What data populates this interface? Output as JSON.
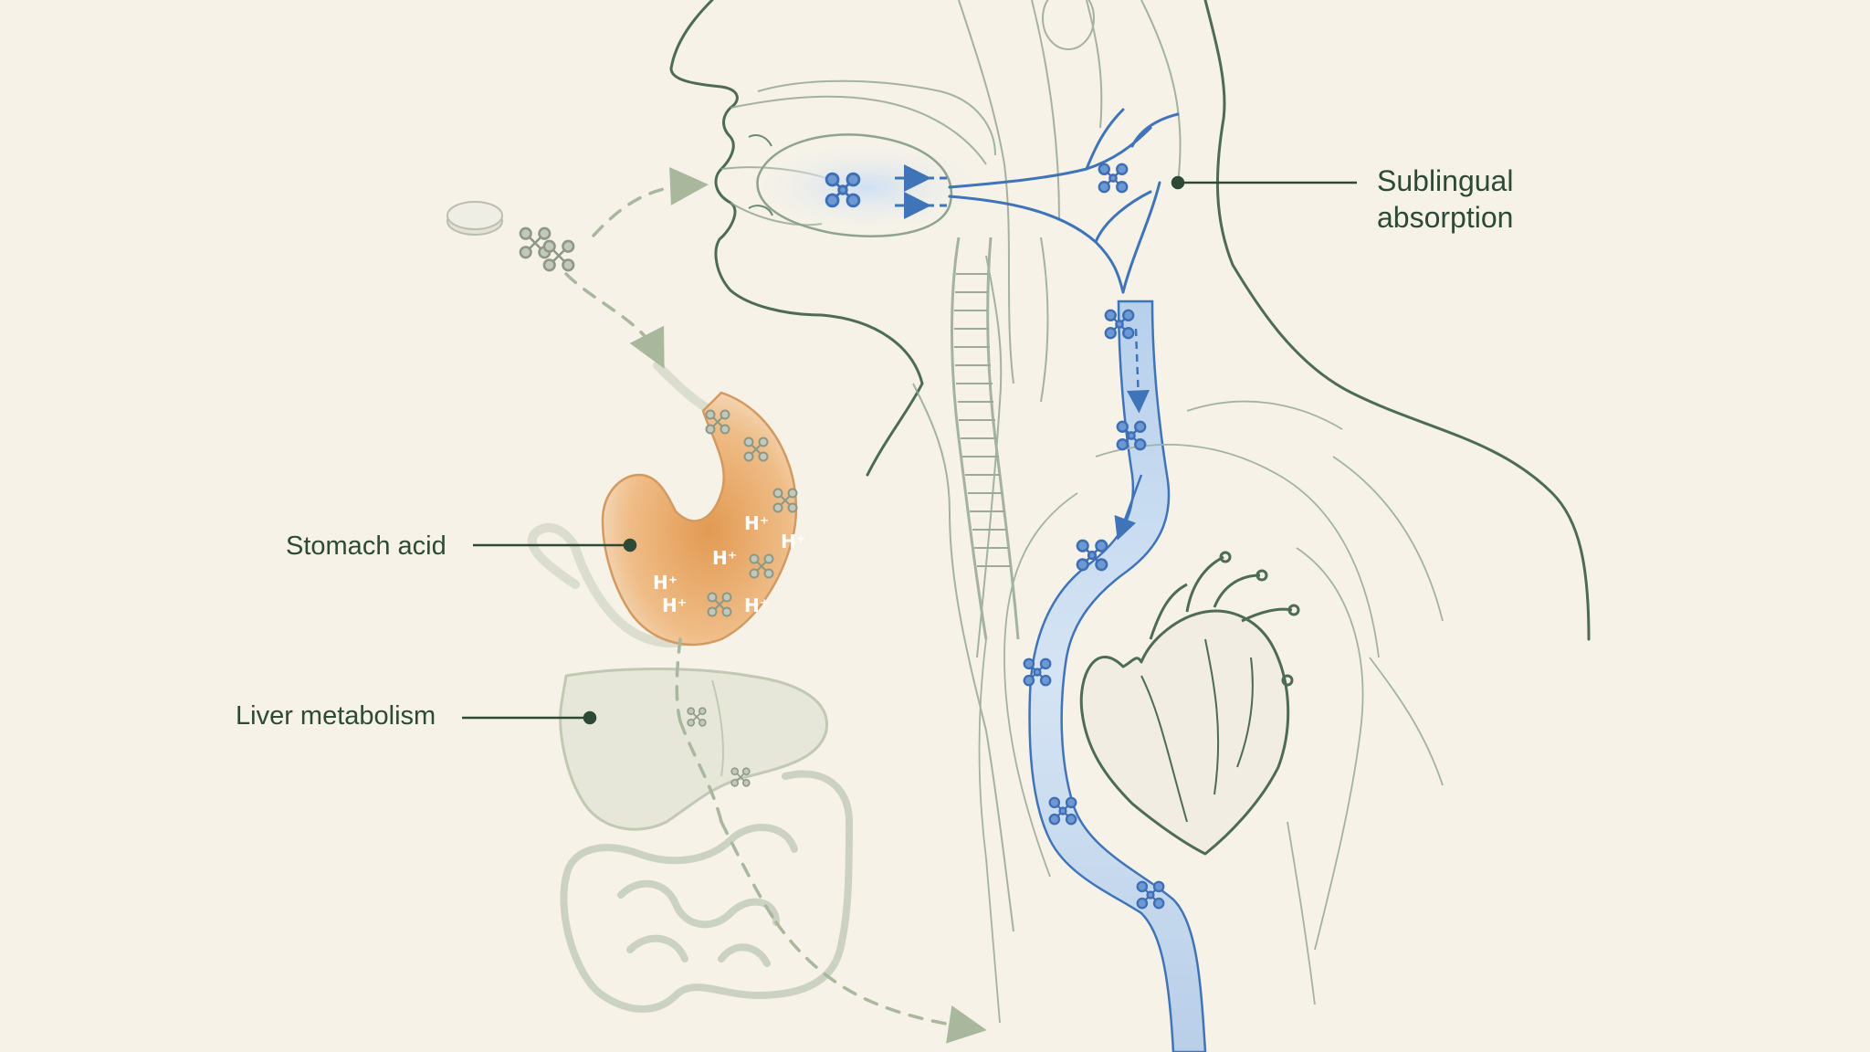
{
  "labels": {
    "sublingual_line1": "Sublingual",
    "sublingual_line2": "absorption",
    "stomach": "Stomach acid",
    "liver": "Liver metabolism"
  },
  "acid_symbol": "H⁺",
  "colors": {
    "background": "#f6f2e8",
    "ink": "#4d6b55",
    "label_text": "#2c4a36",
    "vein_blue": "#3f74b8",
    "molecule_blue": "#3e6fb5",
    "stomach_orange": "#e8a968",
    "dashed_path": "#a9b89d",
    "organ_fade": "#c9cfbd"
  },
  "icons": [
    "tablet-icon",
    "molecule-icon",
    "heart-illustration",
    "stomach-illustration",
    "liver-illustration",
    "intestine-illustration",
    "head-profile-illustration"
  ]
}
